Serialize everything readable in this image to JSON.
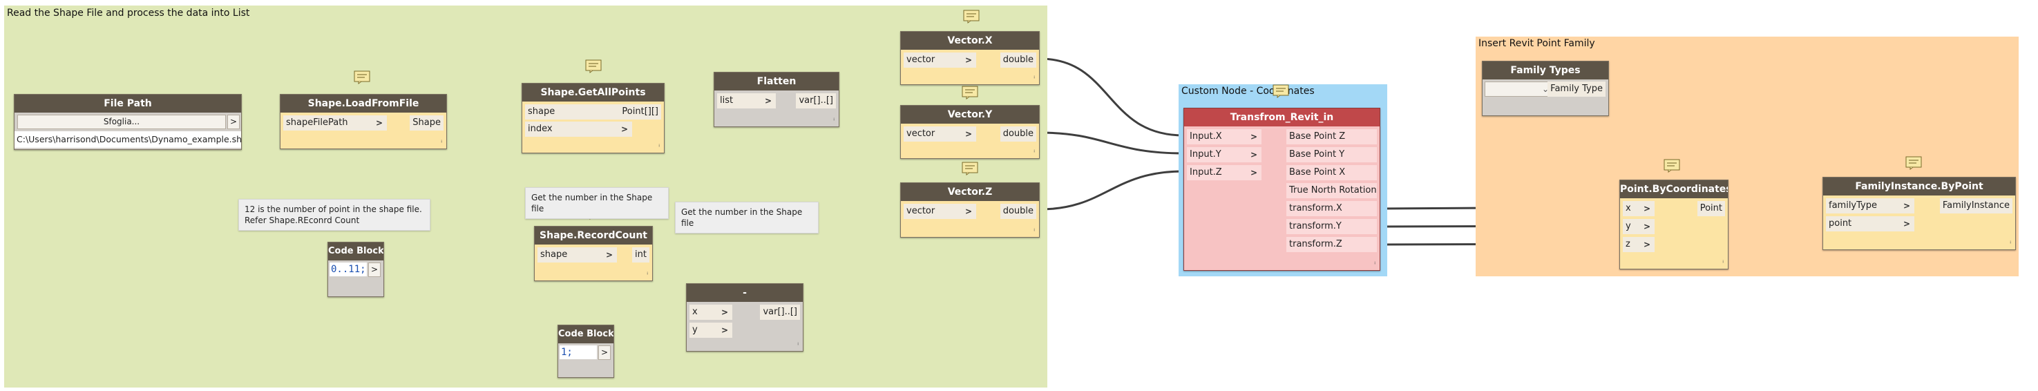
{
  "groups": {
    "read_shape": {
      "title": "Read the Shape File and process the data into List",
      "color": "#dfe8b7"
    },
    "custom_node": {
      "title": "Custom Node - Coordinates",
      "color": "#a3d8f6"
    },
    "insert_family": {
      "title": "Insert Revit Point Family",
      "color": "#ffd5a4"
    }
  },
  "nodes": {
    "file_path": {
      "title": "File Path",
      "button": "Sfoglia...",
      "out_arrow": ">",
      "value": "C:\\Users\\harrisond\\Documents\\Dynamo_example.shp"
    },
    "load_from_file": {
      "title": "Shape.LoadFromFile",
      "in": "shapeFilePath",
      "out": "Shape"
    },
    "get_all_points": {
      "title": "Shape.GetAllPoints",
      "in1": "shape",
      "in2": "index",
      "out": "Point[][]"
    },
    "flatten": {
      "title": "Flatten",
      "in": "list",
      "out": "var[]..[]"
    },
    "vector_x": {
      "title": "Vector.X",
      "in": "vector",
      "out": "double"
    },
    "vector_y": {
      "title": "Vector.Y",
      "in": "vector",
      "out": "double"
    },
    "vector_z": {
      "title": "Vector.Z",
      "in": "vector",
      "out": "double"
    },
    "code_block_1": {
      "title": "Code Block",
      "code": "0..11;",
      "out": ">"
    },
    "record_count": {
      "title": "Shape.RecordCount",
      "in": "shape",
      "out": "int"
    },
    "minus": {
      "title": "-",
      "in1": "x",
      "in2": "y",
      "out": "var[]..[]"
    },
    "code_block_2": {
      "title": "Code Block",
      "code": "1;",
      "out": ">"
    },
    "transform": {
      "title": "Transfrom_Revit_in",
      "inputs": [
        "Input.X",
        "Input.Y",
        "Input.Z"
      ],
      "outputs": [
        "Base Point Z",
        "Base Point Y",
        "Base Point X",
        "True North Rotation",
        "transform.X",
        "transform.Y",
        "transform.Z"
      ]
    },
    "family_types": {
      "title": "Family Types",
      "dropdown_arrow": "⌄",
      "out": "Family Type"
    },
    "point_by_coords": {
      "title": "Point.ByCoordinates",
      "in1": "x",
      "in2": "y",
      "in3": "z",
      "out": "Point"
    },
    "family_instance": {
      "title": "FamilyInstance.ByPoint",
      "in1": "familyType",
      "in2": "point",
      "out": "FamilyInstance"
    }
  },
  "notes": {
    "note_12": "12 is the number of point in the shape file. Refer Shape.REconrd Count",
    "note_number_1": "Get the number in the Shape file",
    "note_number_2": "Get the number in the Shape file"
  },
  "colors": {
    "node_header": "#5d5447",
    "node_header_error": "#c0484a",
    "node_body": "#fce4a4",
    "node_body_gray": "#d2cec9",
    "wire": "#3e3e3e"
  }
}
